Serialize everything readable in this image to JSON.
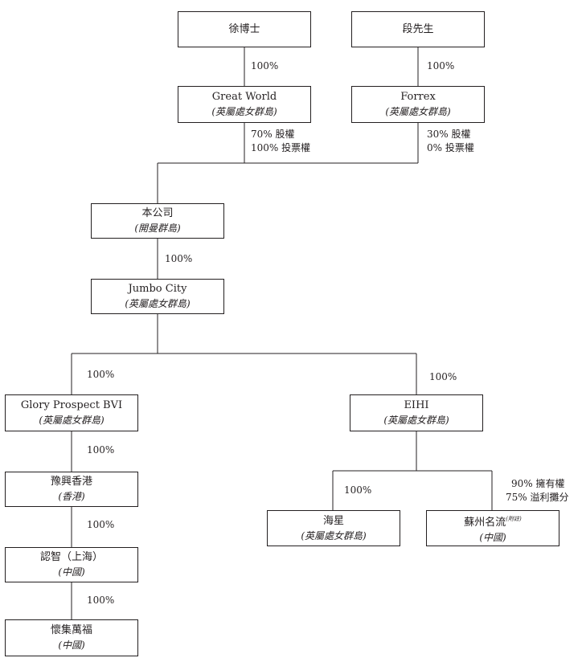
{
  "entities": {
    "dr_xu": {
      "name": "徐博士"
    },
    "mr_duan": {
      "name": "段先生"
    },
    "great_world": {
      "name": "Great World",
      "jurisdiction": "(英屬處女群島)"
    },
    "forrex": {
      "name": "Forrex",
      "jurisdiction": "(英屬處女群島)"
    },
    "company": {
      "name": "本公司",
      "jurisdiction": "(開曼群島)"
    },
    "jumbo_city": {
      "name": "Jumbo City",
      "jurisdiction": "(英屬處女群島)"
    },
    "glory_prospect": {
      "name": "Glory Prospect BVI",
      "jurisdiction": "(英屬處女群島)"
    },
    "eihi": {
      "name": "EIHI",
      "jurisdiction": "(英屬處女群島)"
    },
    "yuxing": {
      "name": "豫興香港",
      "jurisdiction": "(香港)"
    },
    "haixing": {
      "name": "海星",
      "jurisdiction": "(英屬處女群島)"
    },
    "suzhou": {
      "name": "蘇州名流",
      "note": "(附註)",
      "jurisdiction": "(中國)"
    },
    "renzhi": {
      "name": "認智（上海）",
      "jurisdiction": "(中國)"
    },
    "huaiji": {
      "name": "懷集萬福",
      "jurisdiction": "(中國)"
    }
  },
  "ownership": {
    "xu_to_great_world": "100%",
    "duan_to_forrex": "100%",
    "great_world_to_company": [
      "70% 股權",
      "100% 投票權"
    ],
    "forrex_to_company": [
      "30% 股權",
      "0% 投票權"
    ],
    "company_to_jumbo_city": "100%",
    "jumbo_city_to_glory_prospect": "100%",
    "jumbo_city_to_eihi": "100%",
    "glory_prospect_to_yuxing": "100%",
    "yuxing_to_renzhi": "100%",
    "renzhi_to_huaiji": "100%",
    "eihi_to_haixing": "100%",
    "eihi_to_suzhou": [
      "90% 擁有權",
      "75% 溢利攤分"
    ]
  },
  "colors": {
    "line": "#231f20",
    "text": "#231f20",
    "background": "#ffffff"
  }
}
